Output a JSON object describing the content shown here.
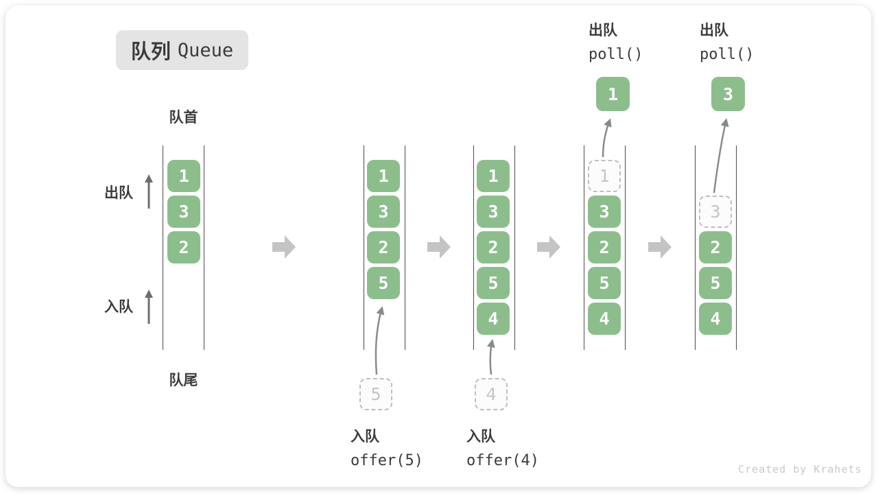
{
  "title": {
    "zh": "队列",
    "en": "Queue"
  },
  "side_labels": {
    "front": "队首",
    "rear": "队尾",
    "dequeue": "出队",
    "enqueue": "入队"
  },
  "states": [
    {
      "cells": [
        {
          "value": "1"
        },
        {
          "value": "3"
        },
        {
          "value": "2"
        }
      ]
    },
    {
      "cells": [
        {
          "value": "1"
        },
        {
          "value": "3"
        },
        {
          "value": "2"
        },
        {
          "value": "5"
        }
      ],
      "incoming": {
        "value": "5"
      }
    },
    {
      "cells": [
        {
          "value": "1"
        },
        {
          "value": "3"
        },
        {
          "value": "2"
        },
        {
          "value": "5"
        },
        {
          "value": "4"
        }
      ],
      "incoming": {
        "value": "4"
      }
    },
    {
      "cells": [
        {
          "value": "1",
          "removed": true
        },
        {
          "value": "3"
        },
        {
          "value": "2"
        },
        {
          "value": "5"
        },
        {
          "value": "4"
        }
      ],
      "popped": {
        "value": "1"
      }
    },
    {
      "cells": [
        {
          "value": "3",
          "removed": true
        },
        {
          "value": "2"
        },
        {
          "value": "5"
        },
        {
          "value": "4"
        }
      ],
      "popped": {
        "value": "3"
      }
    }
  ],
  "operations": {
    "enqueue_5": {
      "label": "入队",
      "fn": "offer(",
      "arg": "5",
      "close": ")"
    },
    "enqueue_4": {
      "label": "入队",
      "fn": "offer(",
      "arg": "4",
      "close": ")"
    },
    "dequeue_1": {
      "label": "出队",
      "code": "poll()"
    },
    "dequeue_2": {
      "label": "出队",
      "code": "poll()"
    }
  },
  "watermark": "Created by Krahets",
  "colors": {
    "cell_green": "#8cbe8c",
    "arg_green": "#4e9a4e",
    "block_arrow_gray": "#c4c4c4",
    "curve_arrow_gray": "#8a8a8a",
    "line_dark": "#4a4a4a"
  }
}
